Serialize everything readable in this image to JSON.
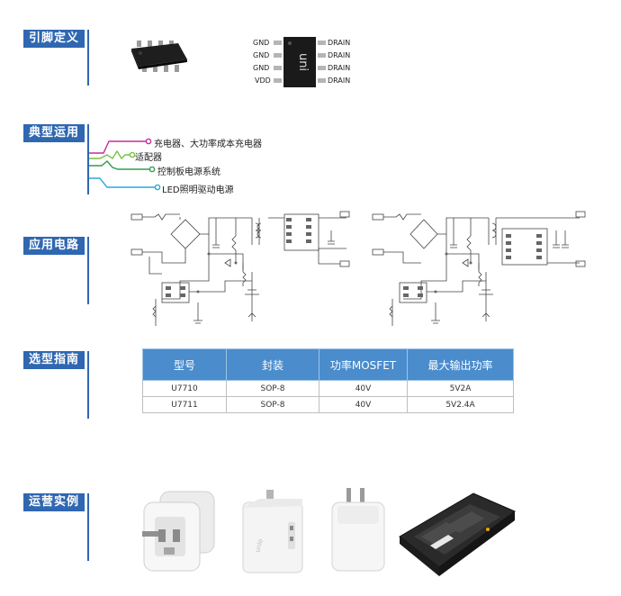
{
  "sections": {
    "pinout": "引脚定义",
    "applications": "典型运用",
    "circuit": "应用电路",
    "selection": "选型指南",
    "examples": "运营实例"
  },
  "pins": {
    "left": [
      "GND",
      "GND",
      "GND",
      "VDD"
    ],
    "right": [
      "DRAIN",
      "DRAIN",
      "DRAIN",
      "DRAIN"
    ],
    "chip_mark": "uni"
  },
  "applications": [
    {
      "label": "充电器、大功率成本充电器",
      "color": "#c0309a"
    },
    {
      "label": "适配器",
      "color": "#7ac143"
    },
    {
      "label": "控制板电源系统",
      "color": "#2e9e50"
    },
    {
      "label": "LED照明驱动电源",
      "color": "#2aa8d8"
    }
  ],
  "table": {
    "headers": [
      "型号",
      "封装",
      "功率MOSFET",
      "最大输出功率"
    ],
    "rows": [
      [
        "U7710",
        "SOP-8",
        "40V",
        "5V2A"
      ],
      [
        "U7711",
        "SOP-8",
        "40V",
        "5V2.4A"
      ]
    ]
  }
}
